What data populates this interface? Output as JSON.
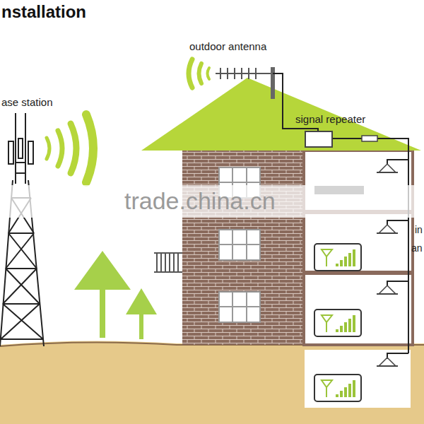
{
  "diagram": {
    "title": "nstallation",
    "labels": [
      "outdoor antenna",
      "ase station",
      "signal repeater",
      "trade.china.cn",
      "in",
      "an"
    ]
  }
}
